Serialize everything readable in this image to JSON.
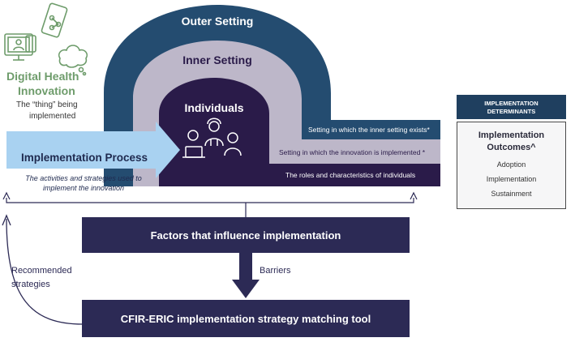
{
  "colors": {
    "outer": "#244c70",
    "inner": "#bdb7c9",
    "individuals": "#2a1b49",
    "process_arrow": "#a9d2f1",
    "green": "#6e9c6b",
    "bar": "#2c2a55",
    "card_header": "#1f3f5f"
  },
  "icons": [
    "digital-devices-icon",
    "mobile-network-icon",
    "thought-cloud-icon",
    "people-icon"
  ],
  "digital_health": {
    "title_line1": "Digital Health",
    "title_line2": "Innovation",
    "subtitle_line1": "The “thing” being",
    "subtitle_line2": "implemented"
  },
  "arch": {
    "outer_label": "Outer Setting",
    "inner_label": "Inner Setting",
    "individuals_label": "Individuals",
    "outer_desc": "Setting in which the inner setting exists*",
    "inner_desc": "Setting in which the innovation is implemented *",
    "individuals_desc": "The roles and characteristics of individuals"
  },
  "process": {
    "title": "Implementation Process",
    "desc_line1": "The activities and strategies used to",
    "desc_line2": "implement the innovation"
  },
  "card": {
    "header_line1": "IMPLEMENTATION",
    "header_line2": "DETERMINANTS",
    "title_line1": "Implementation",
    "title_line2": "Outcomes^",
    "items": [
      "Adoption",
      "Implementation",
      "Sustainment"
    ]
  },
  "factors_label": "Factors that influence implementation",
  "barriers_label": "Barriers",
  "tool_label": "CFIR-ERIC implementation strategy matching tool",
  "recommended_line1": "Recommended",
  "recommended_line2": "strategies"
}
